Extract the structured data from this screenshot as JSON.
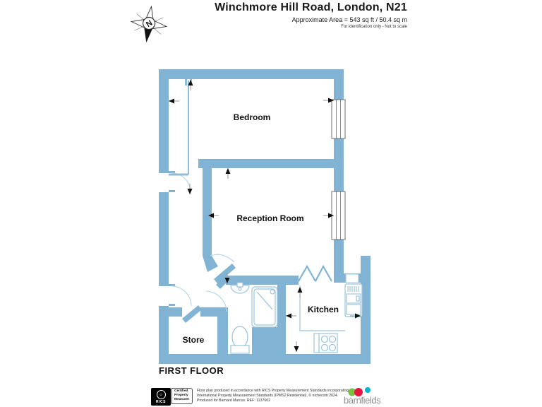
{
  "header": {
    "title": "Winchmore Hill Road, London, N21",
    "area": "Approximate Area = 543 sq ft / 50.4 sq m",
    "identification": "For identification only - Not to scale"
  },
  "compass": {
    "label": "N"
  },
  "plan": {
    "floor_label": "FIRST FLOOR",
    "rooms": [
      {
        "name": "Bedroom"
      },
      {
        "name": "Reception Room"
      },
      {
        "name": "Kitchen"
      },
      {
        "name": "Store"
      }
    ],
    "fixtures": [
      "wardrobe",
      "bedroom-window",
      "reception-window",
      "bifold-doors",
      "bath",
      "sink",
      "toilet",
      "kitchen-counter",
      "hob",
      "fridge-freezer"
    ],
    "icons": [
      "north-compass-icon",
      "measure-arrow-icon",
      "door-arc-icon"
    ]
  },
  "footer": {
    "rics_logo": "RICS",
    "certified_label": "Certified Property Measurer",
    "disclaimer_lines": [
      "Floor plan produced in accordance with RICS Property Measurement Standards incorporating",
      "International Property Measurement Standards (IPMS2 Residential).  © nichecom 2024.",
      "Produced for Barnard Marcus.   REF: 1137602"
    ],
    "brand": "barnfields"
  },
  "colors": {
    "wall_blue": "#80b3d4",
    "fixture_blue": "#9cc3dc",
    "arrow_black": "#111111",
    "brand_green": "#7ac143",
    "brand_red": "#e5173f",
    "brand_teal": "#00b5cc",
    "brand_gray": "#8f8f8f"
  }
}
